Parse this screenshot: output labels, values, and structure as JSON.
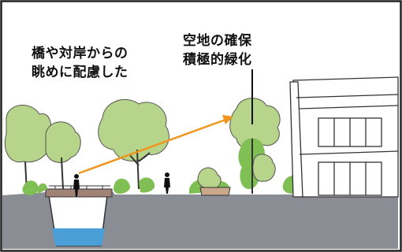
{
  "annotations": {
    "view_from_bridge": {
      "line1": "橋や対岸からの",
      "line2": "眺めに配慮した"
    },
    "open_space_greening": {
      "line1": "空地の確保",
      "line2": "積極的緑化"
    }
  },
  "colors": {
    "ground": "#8a8d93",
    "river_water": "#4a9fd8",
    "sight_line": "#f0961e",
    "bridge": "#a08277",
    "tree_fill": "#b6d48a",
    "shrub_fill": "#7fbf54",
    "outline": "#222222"
  }
}
